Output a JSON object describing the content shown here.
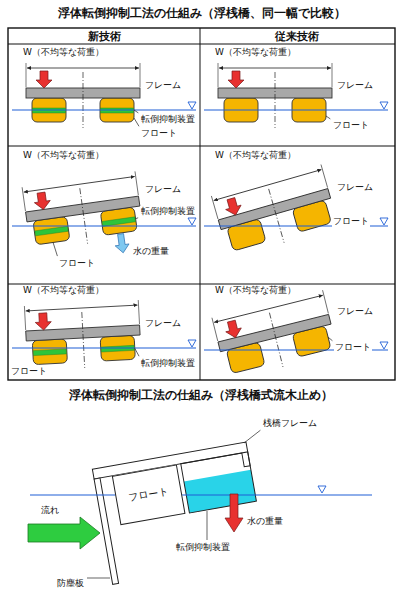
{
  "diagram": {
    "title": "浮体転倒抑制工法の仕組み（浮桟橋、同一幅で比較）",
    "nodes": [
      {
        "text": [
          "フロート"
        ]
      }
    ],
    "labels": [
      "新技術",
      "従来技術",
      "W（不均等な荷重）",
      "フレーム",
      "転倒抑制装置",
      "フロート",
      "W（不均等な荷重）",
      "フレーム",
      "フロート",
      "W（不均等な荷重）",
      "フレーム",
      "フロート",
      "転倒抑制装置",
      "水の重量",
      "W（不均等な荷重）",
      "フレーム",
      "フロート",
      "W（不均等な荷重）",
      "フレーム",
      "フロート",
      "転倒抑制装置",
      "W（不均等な荷重）",
      "フレーム",
      "フロート",
      "浮体転倒抑制工法の仕組み（浮桟橋式流木止め）",
      "桟橋フレーム",
      "転倒抑制装置",
      "水の重量",
      "流れ",
      "防塵板"
    ]
  }
}
